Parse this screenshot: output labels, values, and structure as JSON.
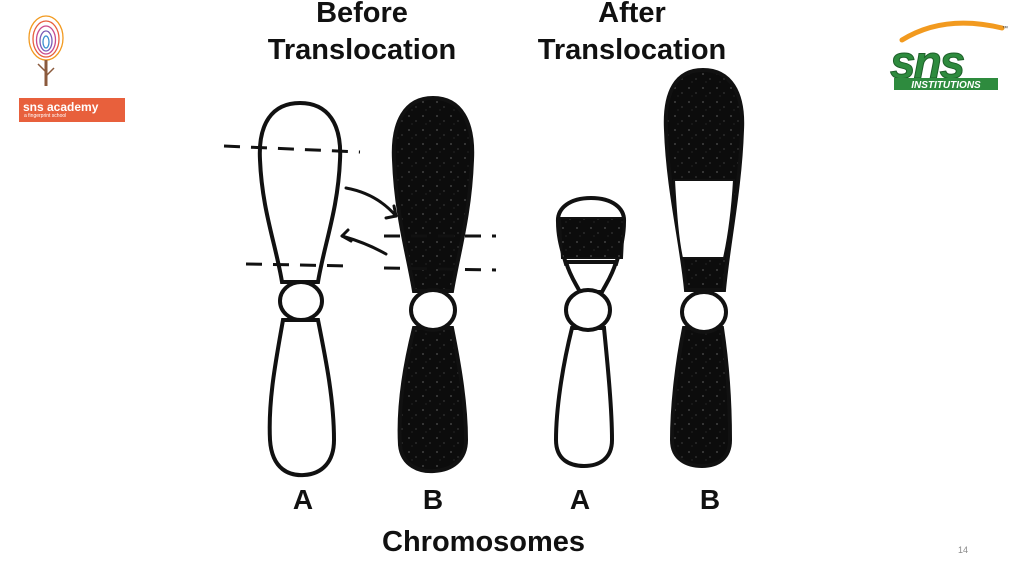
{
  "slide": {
    "heading_before": [
      "Before",
      "Translocation"
    ],
    "heading_after": [
      "After",
      "Translocation"
    ],
    "chromosome_labels": [
      "A",
      "B",
      "A",
      "B"
    ],
    "footer_title": "Chromosomes",
    "page_number": "14"
  },
  "logos": {
    "left": {
      "name": "sns academy",
      "tagline": "a fingerprint school",
      "icon": "fingerprint-tree-icon",
      "color": "#e8603c"
    },
    "right": {
      "name": "sns",
      "tagline": "INSTITUTIONS",
      "icon": "sns-institutions-logo",
      "color": "#2e8b3e",
      "accent": "#f29a1f"
    }
  },
  "colors": {
    "ink": "#111111",
    "paper": "#ffffff"
  }
}
